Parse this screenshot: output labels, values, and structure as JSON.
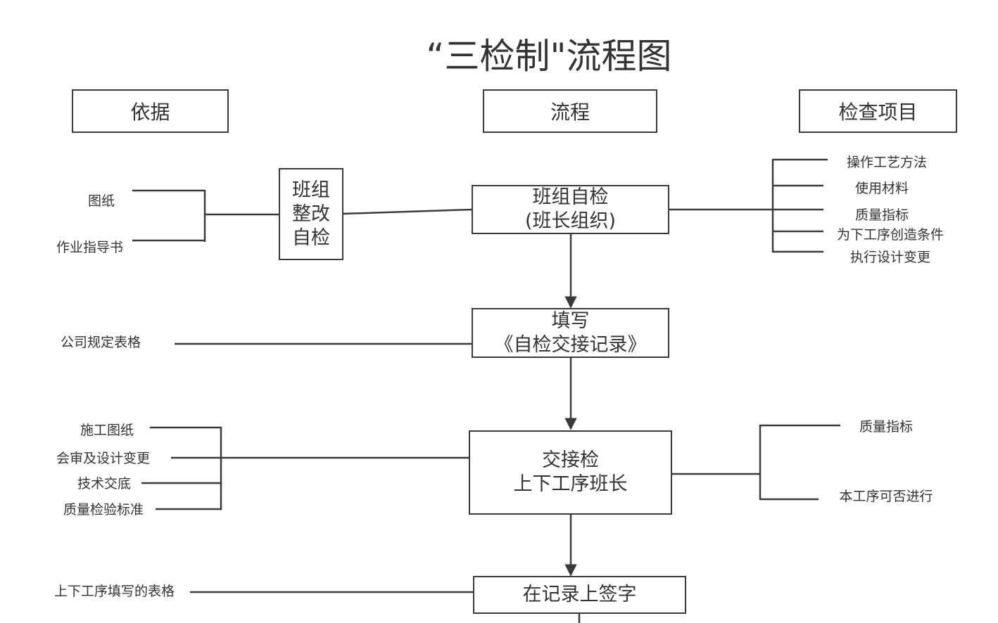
{
  "title": "“三检制\"流程图",
  "headers": {
    "basis": "依据",
    "process": "流程",
    "items": "检查项目"
  },
  "nodes": {
    "team_rectify": "班组\n整改\n自检",
    "self_check": "班组自检\n(班长组织)",
    "fill_record": "填写\n《自检交接记录》",
    "handover_check": "交接检\n上下工序班长",
    "sign_record": "在记录上签字"
  },
  "basis": {
    "drawings": "图纸",
    "work_instruction": "作业指导书",
    "company_forms": "公司规定表格",
    "construction_drawings": "施工图纸",
    "review_design_change": "会审及设计变更",
    "technical_briefing": "技术交底",
    "quality_standard": "质量检验标准",
    "process_forms": "上下工序填写的表格"
  },
  "items": {
    "self_check": [
      "操作工艺方法",
      "使用材料",
      "质量指标",
      "为下工序创造条件",
      "执行设计变更"
    ],
    "handover": [
      "质量指标",
      "本工序可否进行"
    ]
  },
  "colors": {
    "stroke": "#3a3a3a",
    "text": "#333333",
    "background": "#ffffff"
  }
}
